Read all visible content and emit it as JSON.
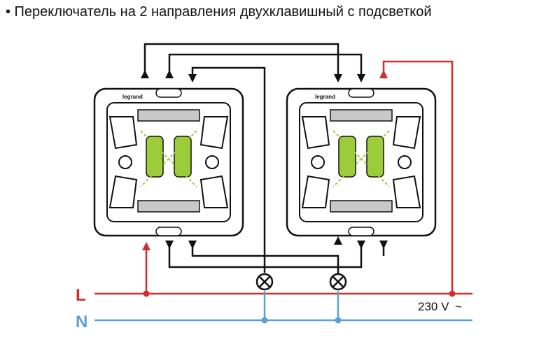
{
  "title": "• Переключатель на 2 направления двухклавишный с подсветкой",
  "lines": {
    "phase_label": "L",
    "neutral_label": "N",
    "voltage_label": "230 V",
    "voltage_symbol": "~"
  },
  "switches": [
    {
      "brand": "legrand"
    },
    {
      "brand": "legrand"
    }
  ],
  "lamps": [
    {
      "symbol": "lamp-cross"
    },
    {
      "symbol": "lamp-cross"
    }
  ],
  "colors": {
    "phase": "#d42b2b",
    "neutral": "#5aa0d8",
    "wire": "#111111",
    "lamp_indicator": "#9ccc3a",
    "housing": "#ffffff",
    "terminal": "#c8c8c8"
  }
}
